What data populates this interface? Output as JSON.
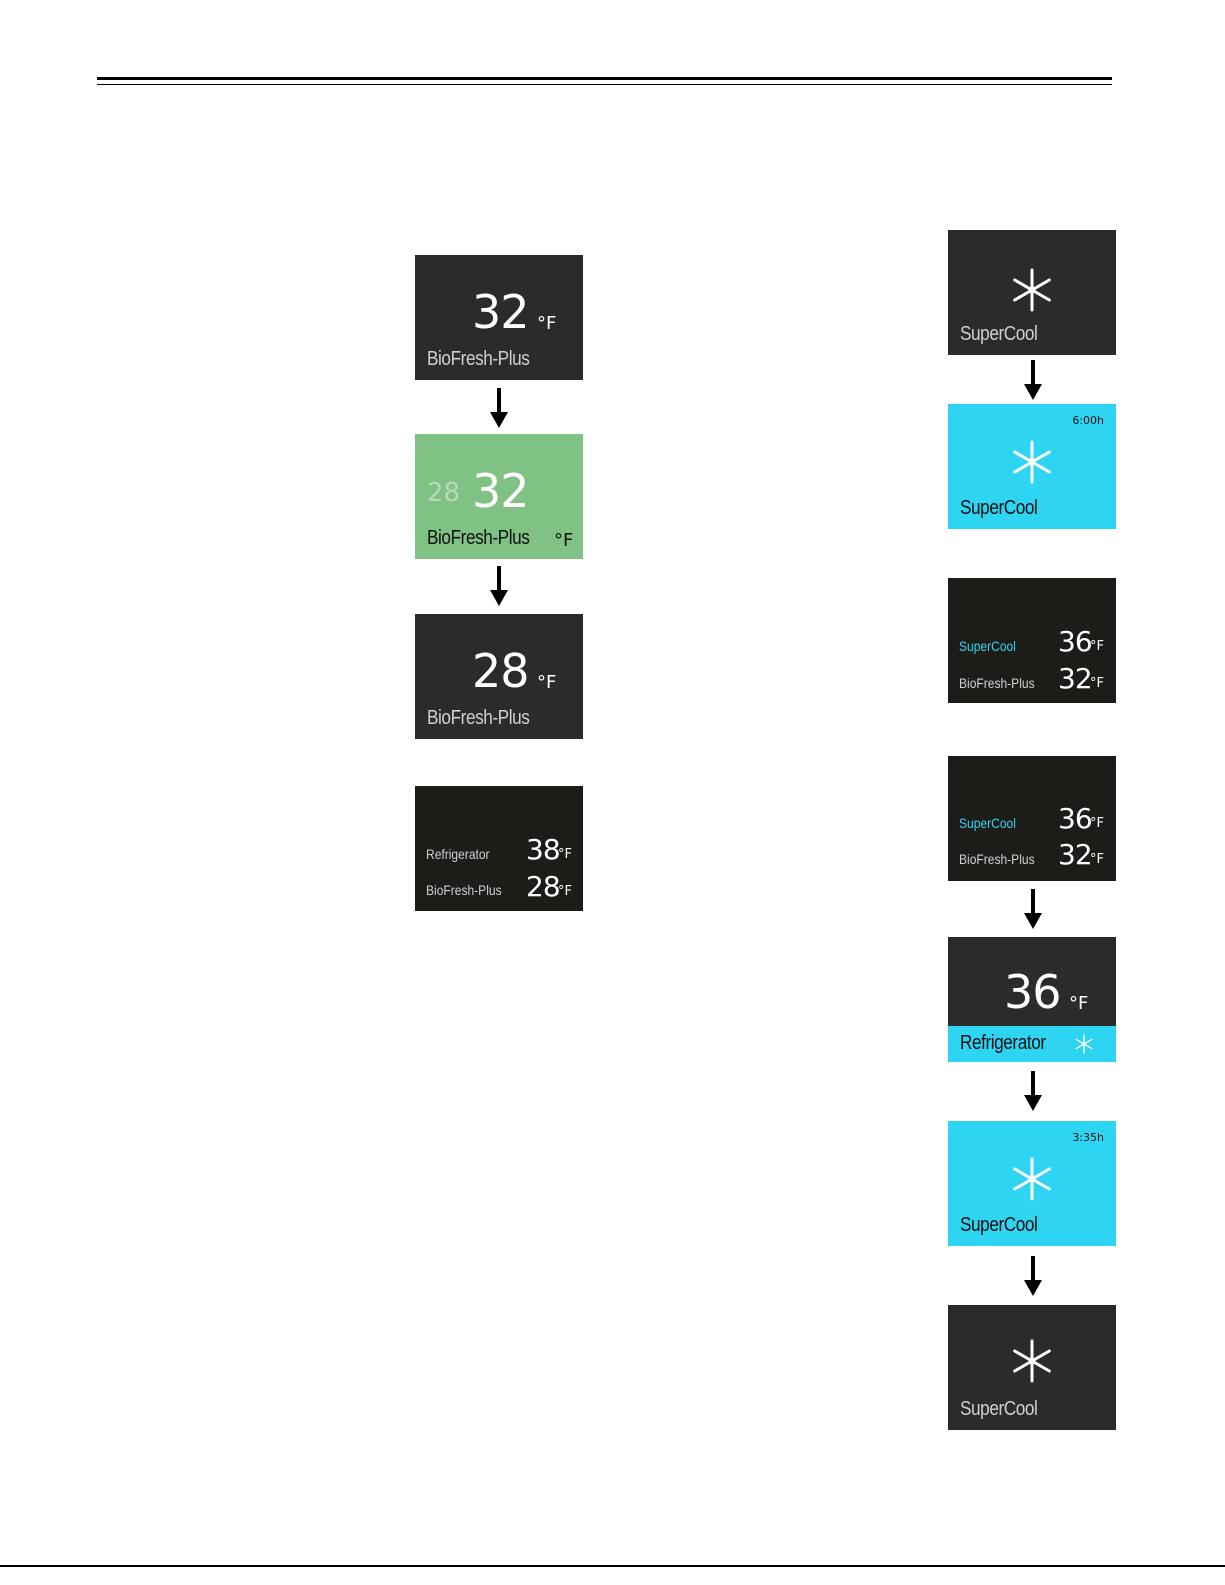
{
  "left_sequence": {
    "screen1": {
      "value": "32",
      "unit": "°F",
      "label": "BioFresh-Plus"
    },
    "screen2": {
      "previous_value": "28",
      "value": "32",
      "label": "BioFresh-Plus",
      "unit": "°F"
    },
    "screen3": {
      "value": "28",
      "unit": "°F",
      "label": "BioFresh-Plus"
    },
    "screen4": {
      "rows": [
        {
          "label": "Refrigerator",
          "value": "38",
          "unit": "°F"
        },
        {
          "label": "BioFresh-Plus",
          "value": "28",
          "unit": "°F"
        }
      ]
    }
  },
  "right_sequence": {
    "screen1": {
      "label": "SuperCool",
      "icon": "snowflake-icon"
    },
    "screen2": {
      "timer": "6:00h",
      "label": "SuperCool",
      "icon": "snowflake-icon"
    },
    "screen3": {
      "rows": [
        {
          "label": "SuperCool",
          "value": "36",
          "unit": "°F"
        },
        {
          "label": "BioFresh-Plus",
          "value": "32",
          "unit": "°F"
        }
      ]
    },
    "screen4": {
      "rows": [
        {
          "label": "SuperCool",
          "value": "36",
          "unit": "°F"
        },
        {
          "label": "BioFresh-Plus",
          "value": "32",
          "unit": "°F"
        }
      ]
    },
    "screen5": {
      "value": "36",
      "unit": "°F",
      "label": "Refrigerator",
      "icon": "snowflake-icon"
    },
    "screen6": {
      "timer": "3:35h",
      "label": "SuperCool",
      "icon": "snowflake-icon"
    },
    "screen7": {
      "label": "SuperCool",
      "icon": "snowflake-icon"
    }
  },
  "colors": {
    "dark_screen": "#2b2b2b",
    "black_screen": "#1e1c19",
    "green_active": "#80c184",
    "cyan_active": "#2ed5f3"
  }
}
